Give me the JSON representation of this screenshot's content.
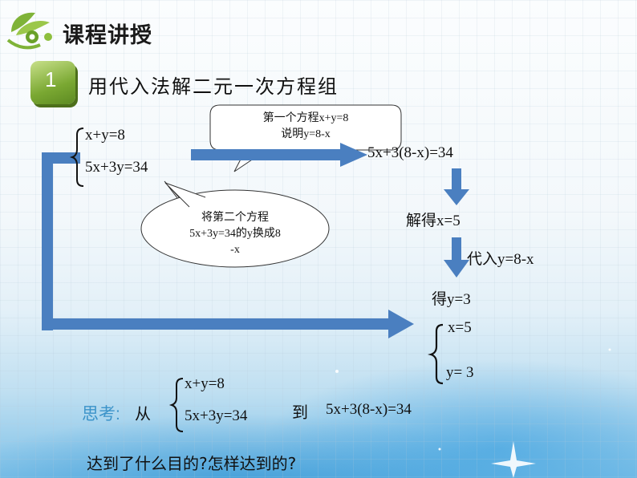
{
  "header": {
    "title": "课程讲授",
    "section_number": "1",
    "subtitle": "用代入法解二元一次方程组"
  },
  "system": {
    "eq1": "x+y=8",
    "eq2": "5x+3y=34"
  },
  "bubble1": {
    "line1": "第一个方程x+y=8",
    "line2": "说明y=8-x"
  },
  "bubble2": {
    "line1": "将第二个方程",
    "line2": "5x+3y=34的y换成8",
    "line3": "-x"
  },
  "steps": {
    "substituted": "5x+3(8-x)=34",
    "solve_x": "解得x=5",
    "substitute_back": "代入y=8-x",
    "get_y": "得y=3"
  },
  "solution": {
    "x": "x=5",
    "y": "y= 3"
  },
  "question": {
    "label": "思考:",
    "from": "从",
    "eq1": "x+y=8",
    "eq2": "5x+3y=34",
    "to": "到",
    "target": "5x+3(8-x)=34",
    "prompt": "达到了什么目的?怎样达到的?"
  }
}
